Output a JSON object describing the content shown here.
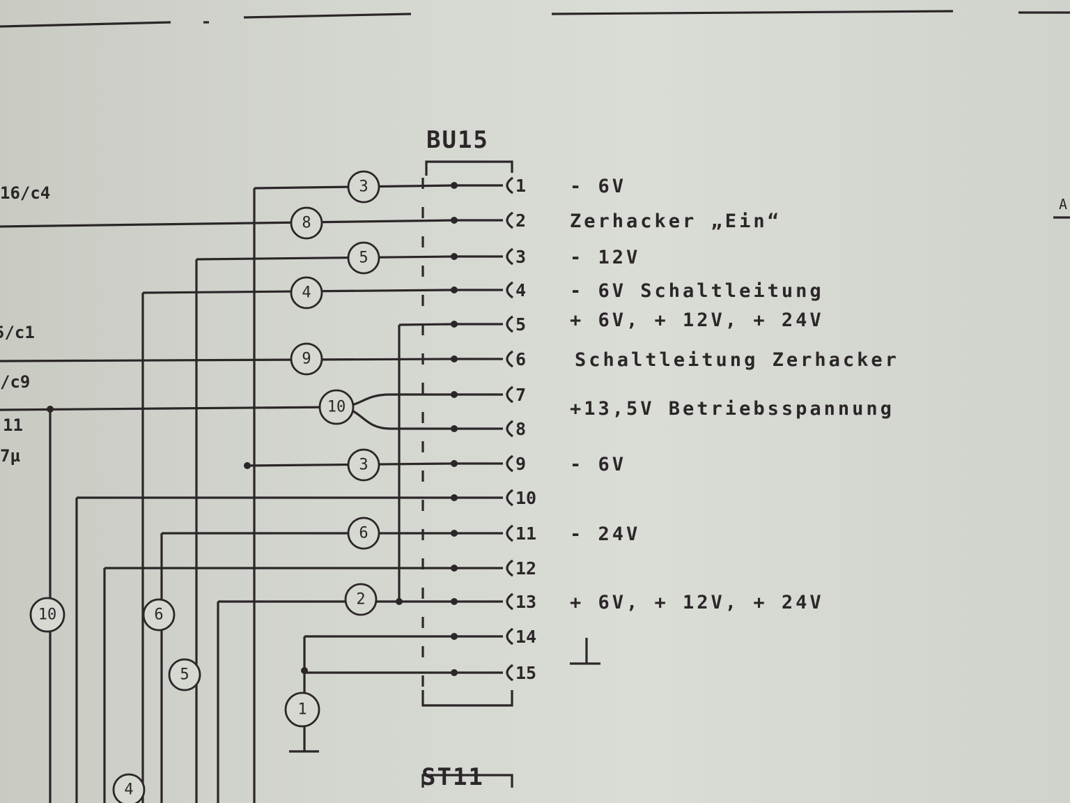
{
  "connector_top": {
    "name": "BU15"
  },
  "connector_bottom": {
    "name": "ST11"
  },
  "left_refs": [
    "16/c4",
    "5/c1",
    "/c9",
    "11",
    "7µ"
  ],
  "margin_mark": "A",
  "pins": [
    {
      "num": "1",
      "label": "- 6V",
      "wire_circle": "3"
    },
    {
      "num": "2",
      "label": "Zerhacker „Ein“",
      "wire_circle": "8"
    },
    {
      "num": "3",
      "label": "- 12V",
      "wire_circle": "5"
    },
    {
      "num": "4",
      "label": "- 6V Schaltleitung",
      "wire_circle": "4"
    },
    {
      "num": "5",
      "label": "+ 6V, + 12V, + 24V",
      "wire_circle": ""
    },
    {
      "num": "6",
      "label": "Schaltleitung Zerhacker",
      "wire_circle": "9"
    },
    {
      "num": "7",
      "label": "+13,5V Betriebsspannung",
      "wire_circle": "10"
    },
    {
      "num": "8",
      "label": "",
      "wire_circle": ""
    },
    {
      "num": "9",
      "label": "- 6V",
      "wire_circle": "3"
    },
    {
      "num": "10",
      "label": "",
      "wire_circle": ""
    },
    {
      "num": "11",
      "label": "- 24V",
      "wire_circle": "6"
    },
    {
      "num": "12",
      "label": "",
      "wire_circle": ""
    },
    {
      "num": "13",
      "label": "+ 6V, + 12V, + 24V",
      "wire_circle": "2"
    },
    {
      "num": "14",
      "label": "",
      "wire_circle": ""
    },
    {
      "num": "15",
      "label": "",
      "wire_circle": ""
    }
  ],
  "bus_circles": [
    "10",
    "6",
    "5",
    "4"
  ],
  "ground_circle": "1"
}
